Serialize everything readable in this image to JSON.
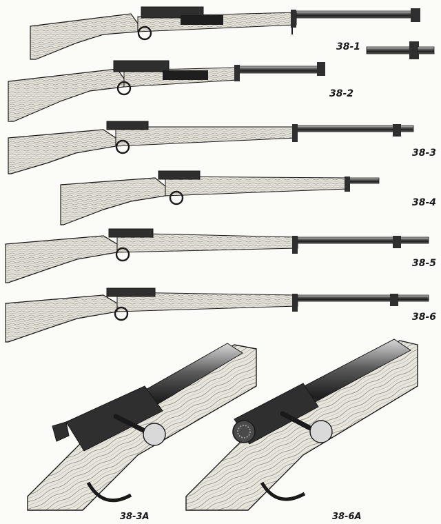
{
  "figure": {
    "labels": {
      "r1": "38-1",
      "r2": "38-2",
      "r3": "38-3",
      "r4": "38-4",
      "r5": "38-5",
      "r6": "38-6",
      "d3": "38-3A",
      "d6": "38-6A"
    },
    "colors": {
      "ink": "#1a1a1a",
      "wood": "#e4e1d8",
      "metal": "#2f2f2f",
      "paper": "#fbfbf8"
    }
  }
}
